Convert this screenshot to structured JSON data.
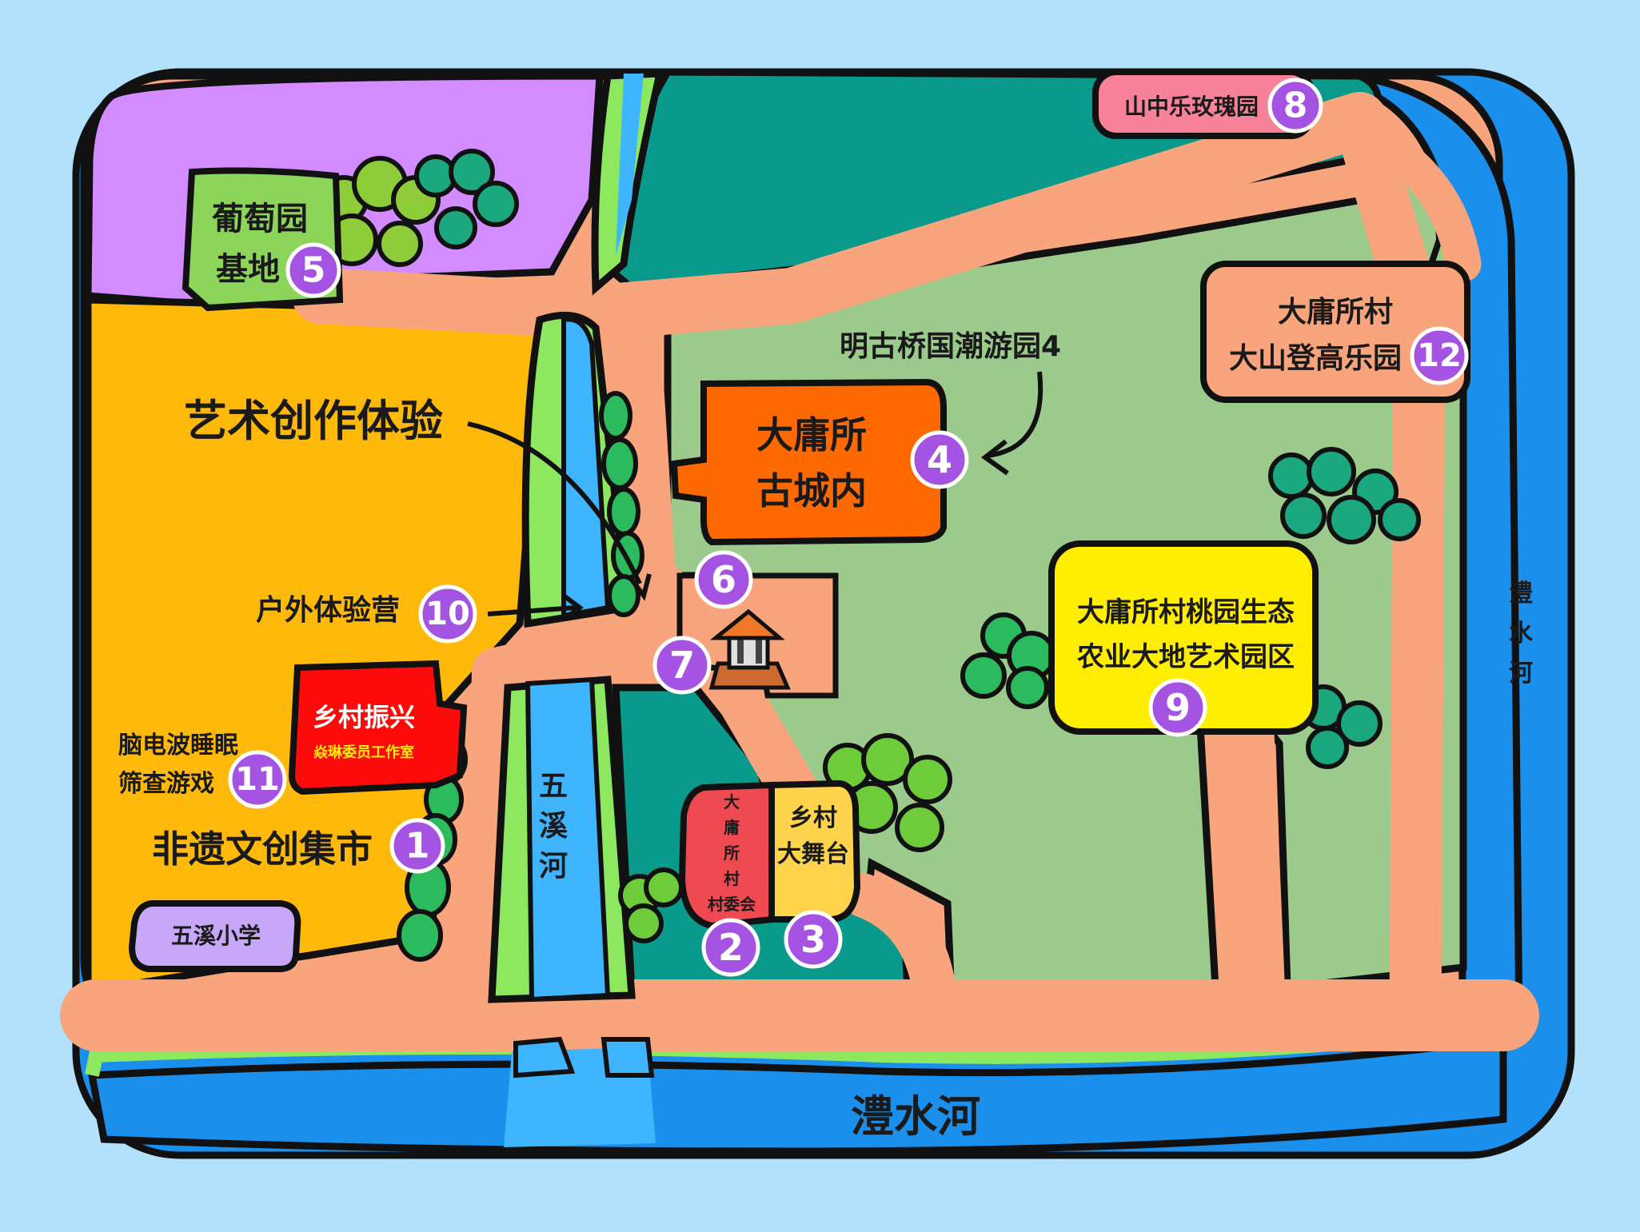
{
  "colors": {
    "sky": "#b3e0fb",
    "river": "#1a8fec",
    "stream": "#3fb4ff",
    "road": "#f8a47c",
    "grass": "#9cc98c",
    "darkgreen": "#0a9a8c",
    "bright_green": "#8ee85f",
    "orange": "#ffb90a",
    "purple": "#d28cff",
    "pin": "#a553e3"
  },
  "map": {
    "river_bottom": "澧水河",
    "river_right": "澧水河",
    "stream": "五溪河",
    "art_label": "艺术创作体验",
    "bridge_label": "明古桥国潮游园4"
  },
  "places": [
    {
      "num": "1",
      "label": "非遗文创集市"
    },
    {
      "num": "2",
      "label": "大庸所村村委会"
    },
    {
      "num": "3",
      "label": "乡村大舞台"
    },
    {
      "num": "4",
      "label": "大庸所古城内"
    },
    {
      "num": "5",
      "label": "葡萄园基地"
    },
    {
      "num": "6",
      "label": ""
    },
    {
      "num": "7",
      "label": ""
    },
    {
      "num": "8",
      "label": "山中乐玫瑰园"
    },
    {
      "num": "9",
      "label": "大庸所村桃园生态农业大地艺术园区"
    },
    {
      "num": "10",
      "label": "户外体验营"
    },
    {
      "num": "11",
      "label": "脑电波睡眠筛查游戏"
    },
    {
      "num": "12",
      "label": "大庸所村大山登高乐园"
    }
  ],
  "boxes": {
    "grape_line1": "葡萄园",
    "grape_line2": "基地",
    "rose": "山中乐玫瑰园",
    "dys_line1": "大庸所村",
    "dys_line2": "大山登高乐园",
    "old_city_line1": "大庸所",
    "old_city_line2": "古城内",
    "peach_line1": "大庸所村桃园生态",
    "peach_line2": "农业大地艺术园区",
    "village_title": "乡村振兴",
    "village_sub": "焱琳委员工作室",
    "eeg_line1": "脑电波睡眠",
    "eeg_line2": "筛查游戏",
    "market": "非遗文创集市",
    "outdoor": "户外体验营",
    "school": "五溪小学",
    "committee_chars": [
      "大",
      "庸",
      "所",
      "村",
      "村委会"
    ],
    "stage_line1": "乡村",
    "stage_line2": "大舞台"
  }
}
